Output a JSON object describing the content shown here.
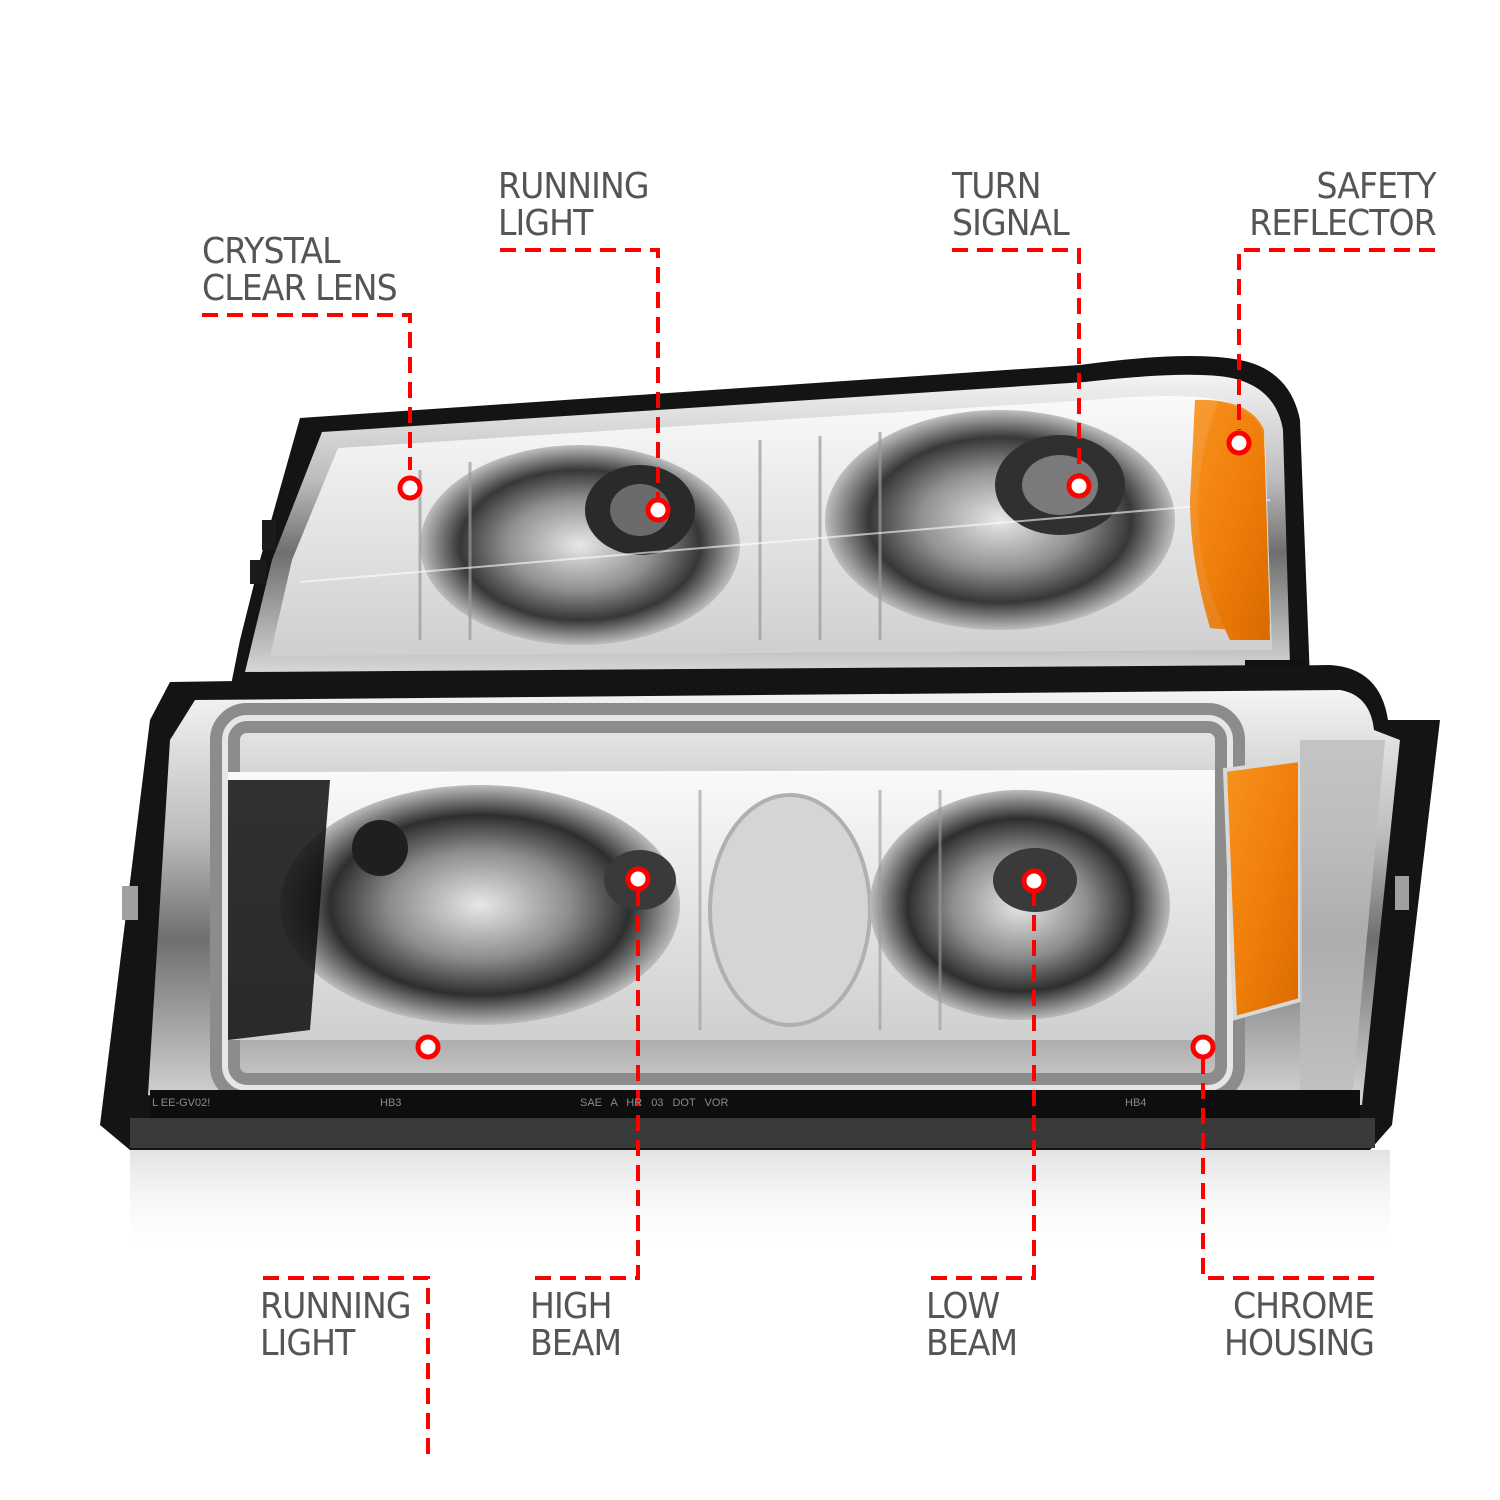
{
  "image": {
    "subject": "Chrome headlight and bumper light assembly with amber reflectors",
    "colors": {
      "callout": "#ff0000",
      "label_text": "#555557",
      "amber": "#f28a0c",
      "housing_black": "#111111",
      "chrome": "#c9c9c9"
    }
  },
  "callouts": {
    "top": [
      {
        "id": "crystal-clear-lens",
        "line1": "CRYSTAL",
        "line2": "CLEAR LENS"
      },
      {
        "id": "running-light-top",
        "line1": "RUNNING",
        "line2": "LIGHT"
      },
      {
        "id": "turn-signal",
        "line1": "TURN",
        "line2": "SIGNAL"
      },
      {
        "id": "safety-reflector",
        "line1": "SAFETY",
        "line2": "REFLECTOR"
      }
    ],
    "bottom": [
      {
        "id": "running-light-bottom",
        "line1": "RUNNING",
        "line2": "LIGHT"
      },
      {
        "id": "high-beam",
        "line1": "HIGH",
        "line2": "BEAM"
      },
      {
        "id": "low-beam",
        "line1": "LOW",
        "line2": "BEAM"
      },
      {
        "id": "chrome-housing",
        "line1": "CHROME",
        "line2": "HOUSING"
      }
    ]
  },
  "lens_markings": {
    "left": "L  EE-GV02!",
    "hb3": "HB3",
    "dot": "SAE  A  HR  03  DOT  VOR",
    "hb4": "HB4"
  }
}
